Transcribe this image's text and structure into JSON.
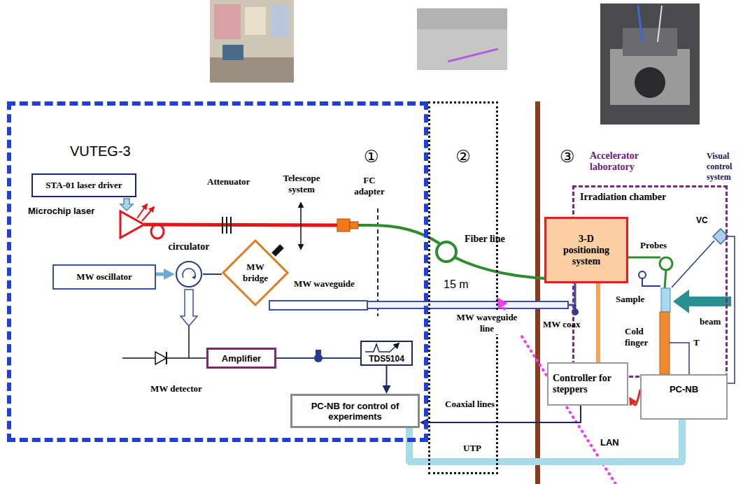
{
  "diagram": {
    "nodes": [
      {
        "text": [
          "VUTEG-3"
        ]
      },
      {
        "text": [
          "STA-01 laser driver"
        ],
        "in": 0
      },
      {
        "text": [
          "circulator"
        ],
        "in": 0
      },
      {
        "text": [
          "MW oscillator"
        ],
        "in": 0
      },
      {
        "text": [
          "MW bridge"
        ],
        "in": 0
      },
      {
        "text": [
          "Amplifier"
        ],
        "in": 0
      },
      {
        "text": [
          "TDS5104"
        ],
        "in": 0
      },
      {
        "text": [
          "PC-NB for control of experiments"
        ],
        "in": 0
      },
      {
        "text": [
          "②"
        ]
      },
      {
        "text": [
          "Accelerator laboratory",
          "Irradiation chamber"
        ]
      },
      {
        "text": [
          "3-D positioning system"
        ]
      },
      {
        "text": [
          "Controller for steppers"
        ]
      },
      {
        "text": [
          "PC-NB"
        ]
      }
    ],
    "edges": [
      {
        "from": 3,
        "to": 2,
        "arrow": "to"
      },
      {
        "from": 2,
        "to": 4,
        "arrow": "none"
      },
      {
        "from": 5,
        "to": 6,
        "arrow": "none"
      },
      {
        "from": 6,
        "to": 7,
        "arrow": "to"
      },
      {
        "from": 11,
        "to": 10,
        "arrow": "none"
      },
      {
        "from": 11,
        "to": 7,
        "arrow": "to"
      },
      {
        "from": 12,
        "to": 11,
        "arrow": "to"
      },
      {
        "from": 12,
        "to": 7,
        "arrow": "none"
      }
    ],
    "labels": [
      "①",
      "③",
      "Visual control system",
      "Microchip laser",
      "Attenuator",
      "Telescope system",
      "FC adapter",
      "Fiber line",
      "15 m",
      "MW waveguide",
      "MW waveguide line",
      "Probes",
      "VC",
      "Sample",
      "beam",
      "MW coax",
      "Cold finger",
      "T",
      "MW detector",
      "Coaxial lines",
      "UTP",
      "LAN"
    ]
  }
}
